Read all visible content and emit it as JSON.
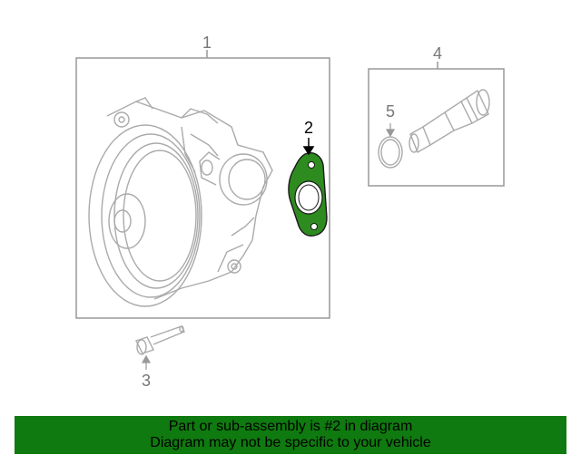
{
  "callouts": {
    "c1": "1",
    "c2": "2",
    "c3": "3",
    "c4": "4",
    "c5": "5"
  },
  "highlighted_part": "2",
  "banner": {
    "line1": "Part or sub-assembly is #2 in diagram",
    "line2": "Diagram may not be specific to your vehicle"
  },
  "colors": {
    "highlight": "#2e8b1f",
    "banner_bg": "#0f7a0f",
    "line_art": "#999999"
  }
}
